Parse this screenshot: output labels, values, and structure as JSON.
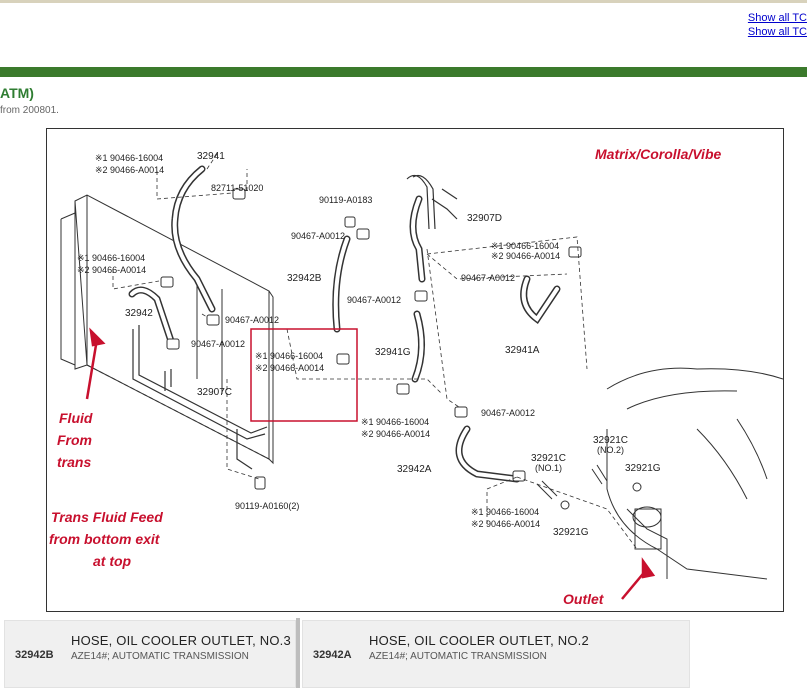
{
  "header": {
    "links": [
      "Show all TC",
      "Show all TC"
    ]
  },
  "page": {
    "title": "ATM)",
    "subtitle": "from 200801."
  },
  "diagram": {
    "vehicle_label": "Matrix/Corolla/Vibe",
    "annotations": {
      "fluid_from_trans": [
        "Fluid",
        "From",
        "trans"
      ],
      "trans_fluid_feed": [
        "Trans Fluid Feed",
        "from bottom exit",
        "at top"
      ],
      "outlet": "Outlet"
    },
    "labels": {
      "p32941": "32941",
      "p82711": "82711-51020",
      "clip_a1": "※1 90466-16004",
      "clip_a2": "※2 90466-A0014",
      "clip_b1": "※1 90466-16004",
      "clip_b2": "※2 90466-A0014",
      "p32942": "32942",
      "p90467_a": "90467-A0012",
      "p90467_b": "90467-A0012",
      "p32907c": "32907C",
      "p90119_b": "90119-A0160(2)",
      "p90119_a": "90119-A0183",
      "p90467_c": "90467-A0012",
      "p32942b": "32942B",
      "p90467_d": "90467-A0012",
      "box_1": "※1 90466-16004",
      "box_2": "※2 90466-A0014",
      "p32907d": "32907D",
      "p32941g": "32941G",
      "clip_c1": "※1 90466-16004",
      "clip_c2": "※2 90466-A0014",
      "clip_d1": "※1 90466-16004",
      "clip_d2": "※2 90466-A0014",
      "p90467_e": "90467-A0012",
      "p32941a": "32941A",
      "p90467_f": "90467-A0012",
      "p32942a": "32942A",
      "p32921c1": "32921C",
      "p32921c1_sub": "(NO.1)",
      "clip_e1": "※1 90466-16004",
      "clip_e2": "※2 90466-A0014",
      "p32921g1": "32921G",
      "p32921c2": "32921C",
      "p32921c2_sub": "(NO.2)",
      "p32921g2": "32921G"
    }
  },
  "parts": [
    {
      "number": "32942B",
      "name": "HOSE, OIL COOLER OUTLET, NO.3",
      "desc": "AZE14#; AUTOMATIC TRANSMISSION"
    },
    {
      "number": "32942A",
      "name": "HOSE, OIL COOLER OUTLET, NO.2",
      "desc": "AZE14#; AUTOMATIC TRANSMISSION"
    }
  ],
  "colors": {
    "green_bar": "#3b7a2c",
    "title_green": "#2f7d32",
    "annotation_red": "#c8102e",
    "link_blue": "#0000cc"
  }
}
